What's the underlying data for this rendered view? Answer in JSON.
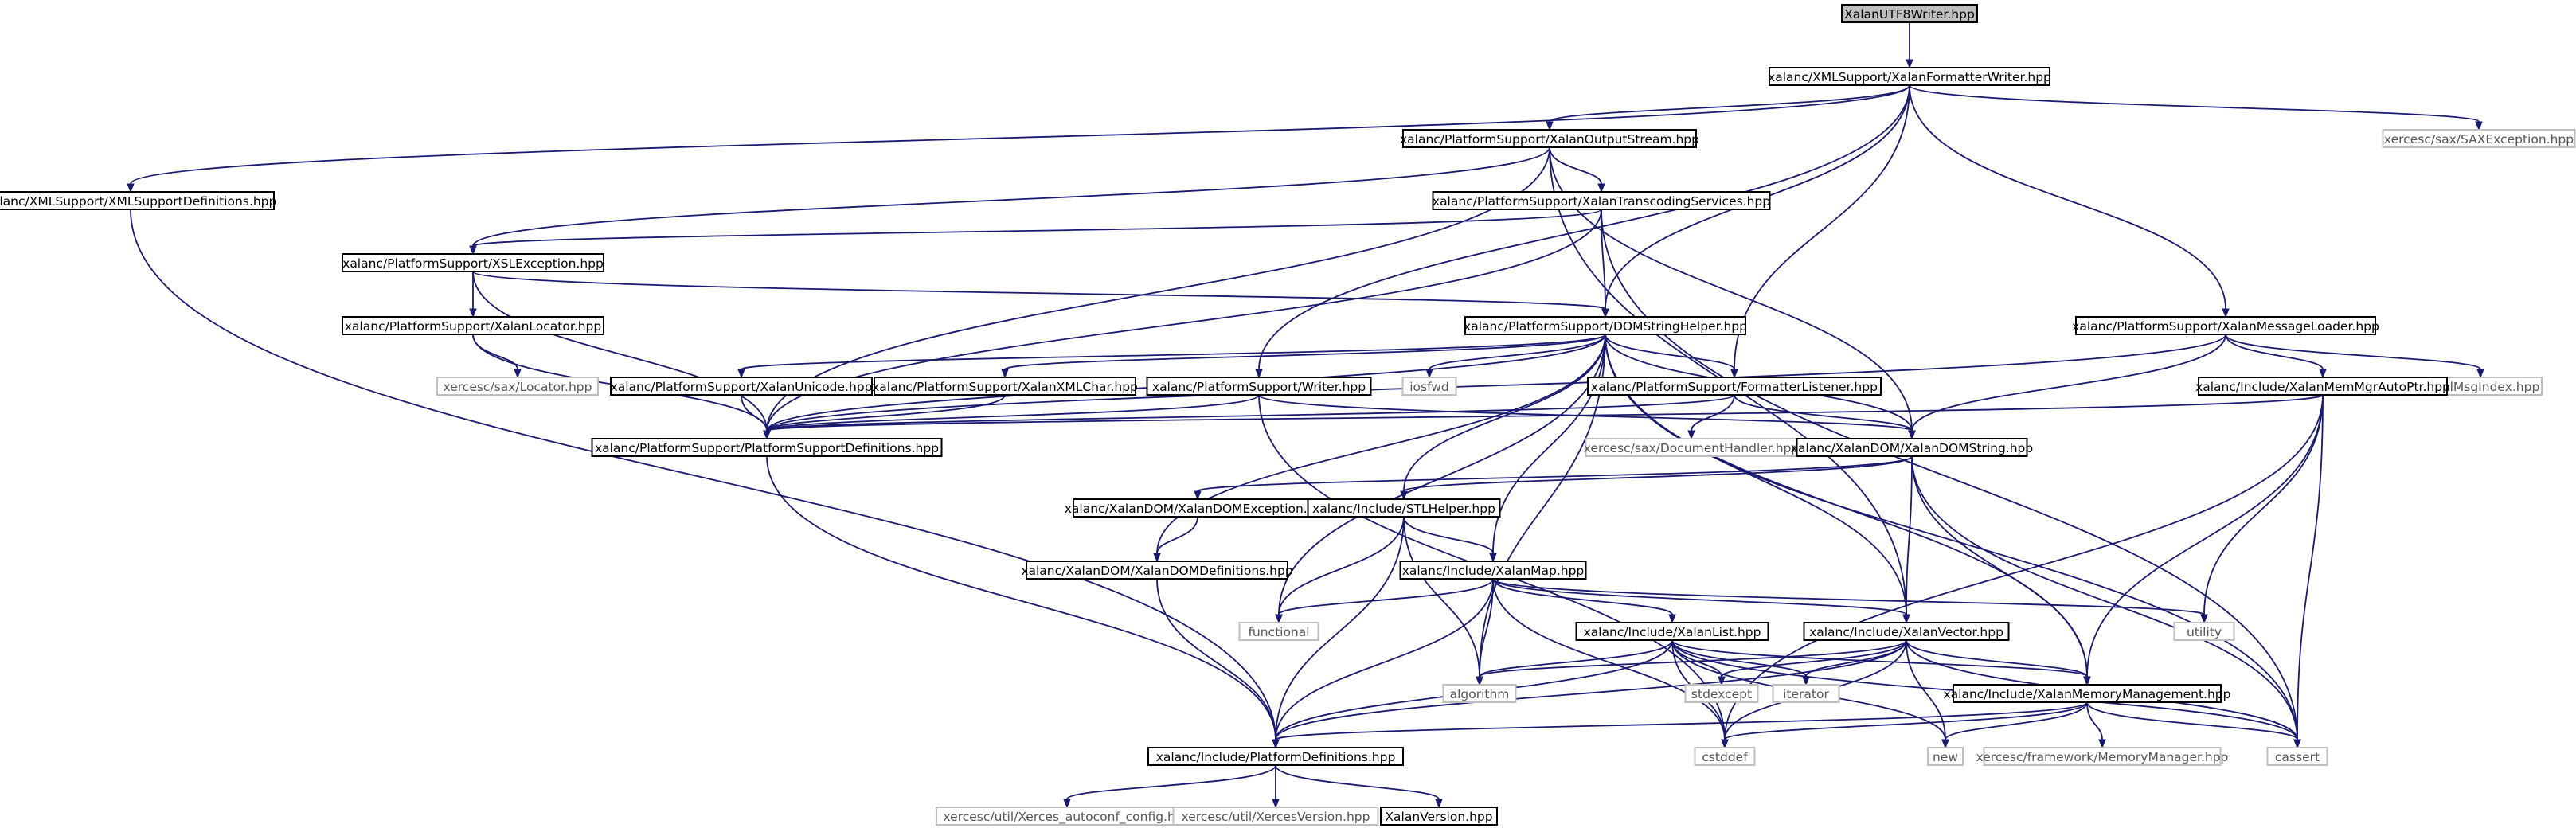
{
  "colors": {
    "edge": "#191970",
    "box_border": "#000000",
    "ext_border": "#bfbfbf",
    "root_fill": "#bfbfbf",
    "text": "#000000",
    "ext_text": "#555555"
  },
  "nodes": [
    {
      "id": "root",
      "label": "XalanUTF8Writer.hpp",
      "kind": "root"
    },
    {
      "id": "xfw",
      "label": "xalanc/XMLSupport/XalanFormatterWriter.hpp",
      "kind": "box"
    },
    {
      "id": "saxexc",
      "label": "xercesc/sax/SAXException.hpp",
      "kind": "ext"
    },
    {
      "id": "xmlsupdef",
      "label": "xalanc/XMLSupport/XMLSupportDefinitions.hpp",
      "kind": "box"
    },
    {
      "id": "xos",
      "label": "xalanc/PlatformSupport/XalanOutputStream.hpp",
      "kind": "box"
    },
    {
      "id": "xts",
      "label": "xalanc/PlatformSupport/XalanTranscodingServices.hpp",
      "kind": "box"
    },
    {
      "id": "xslexc",
      "label": "xalanc/PlatformSupport/XSLException.hpp",
      "kind": "box"
    },
    {
      "id": "dsh",
      "label": "xalanc/PlatformSupport/DOMStringHelper.hpp",
      "kind": "box"
    },
    {
      "id": "xml",
      "label": "xalanc/PlatformSupport/XalanMessageLoader.hpp",
      "kind": "box"
    },
    {
      "id": "xloc",
      "label": "xalanc/PlatformSupport/XalanLocator.hpp",
      "kind": "box"
    },
    {
      "id": "saxloc",
      "label": "xercesc/sax/Locator.hpp",
      "kind": "ext"
    },
    {
      "id": "xuni",
      "label": "xalanc/PlatformSupport/XalanUnicode.hpp",
      "kind": "box"
    },
    {
      "id": "xxmlc",
      "label": "xalanc/PlatformSupport/XalanXMLChar.hpp",
      "kind": "box"
    },
    {
      "id": "writer",
      "label": "xalanc/PlatformSupport/Writer.hpp",
      "kind": "box"
    },
    {
      "id": "iosfwd",
      "label": "iosfwd",
      "kind": "ext"
    },
    {
      "id": "fl",
      "label": "xalanc/PlatformSupport/FormatterListener.hpp",
      "kind": "box"
    },
    {
      "id": "lmi",
      "label": "LocalMsgIndex.hpp",
      "kind": "ext"
    },
    {
      "id": "xmmap",
      "label": "xalanc/Include/XalanMemMgrAutoPtr.hpp",
      "kind": "box"
    },
    {
      "id": "psd",
      "label": "xalanc/PlatformSupport/PlatformSupportDefinitions.hpp",
      "kind": "box"
    },
    {
      "id": "saxdh",
      "label": "xercesc/sax/DocumentHandler.hpp",
      "kind": "ext"
    },
    {
      "id": "xds",
      "label": "xalanc/XalanDOM/XalanDOMString.hpp",
      "kind": "box"
    },
    {
      "id": "xdexc",
      "label": "xalanc/XalanDOM/XalanDOMException.hpp",
      "kind": "box"
    },
    {
      "id": "stl",
      "label": "xalanc/Include/STLHelper.hpp",
      "kind": "box"
    },
    {
      "id": "xddef",
      "label": "xalanc/XalanDOM/XalanDOMDefinitions.hpp",
      "kind": "box"
    },
    {
      "id": "xmap",
      "label": "xalanc/Include/XalanMap.hpp",
      "kind": "box"
    },
    {
      "id": "functional",
      "label": "functional",
      "kind": "ext"
    },
    {
      "id": "xlist",
      "label": "xalanc/Include/XalanList.hpp",
      "kind": "box"
    },
    {
      "id": "xvec",
      "label": "xalanc/Include/XalanVector.hpp",
      "kind": "box"
    },
    {
      "id": "utility",
      "label": "utility",
      "kind": "ext"
    },
    {
      "id": "algorithm",
      "label": "algorithm",
      "kind": "ext"
    },
    {
      "id": "stdexcept",
      "label": "stdexcept",
      "kind": "ext"
    },
    {
      "id": "iterator",
      "label": "iterator",
      "kind": "ext"
    },
    {
      "id": "xmm",
      "label": "xalanc/Include/XalanMemoryManagement.hpp",
      "kind": "box"
    },
    {
      "id": "pd",
      "label": "xalanc/Include/PlatformDefinitions.hpp",
      "kind": "box"
    },
    {
      "id": "cstddef",
      "label": "cstddef",
      "kind": "ext"
    },
    {
      "id": "new",
      "label": "new",
      "kind": "ext"
    },
    {
      "id": "xmgr",
      "label": "xercesc/framework/MemoryManager.hpp",
      "kind": "ext"
    },
    {
      "id": "cassert",
      "label": "cassert",
      "kind": "ext"
    },
    {
      "id": "xac",
      "label": "xercesc/util/Xerces_autoconf_config.hpp",
      "kind": "ext"
    },
    {
      "id": "xver",
      "label": "xercesc/util/XercesVersion.hpp",
      "kind": "ext"
    },
    {
      "id": "xalver",
      "label": "XalanVersion.hpp",
      "kind": "box"
    }
  ],
  "edges": [
    [
      "root",
      "xfw"
    ],
    [
      "xfw",
      "saxexc"
    ],
    [
      "xfw",
      "xmlsupdef"
    ],
    [
      "xfw",
      "xos"
    ],
    [
      "xfw",
      "dsh"
    ],
    [
      "xfw",
      "writer"
    ],
    [
      "xfw",
      "fl"
    ],
    [
      "xfw",
      "xml"
    ],
    [
      "xmlsupdef",
      "pd"
    ],
    [
      "xos",
      "psd"
    ],
    [
      "xos",
      "xts"
    ],
    [
      "xos",
      "xslexc"
    ],
    [
      "xos",
      "xds"
    ],
    [
      "xos",
      "xvec"
    ],
    [
      "xts",
      "xslexc"
    ],
    [
      "xts",
      "psd"
    ],
    [
      "xts",
      "dsh"
    ],
    [
      "xts",
      "cassert"
    ],
    [
      "xslexc",
      "psd"
    ],
    [
      "xslexc",
      "xloc"
    ],
    [
      "xslexc",
      "dsh"
    ],
    [
      "xloc",
      "saxloc"
    ],
    [
      "xloc",
      "psd"
    ],
    [
      "dsh",
      "psd"
    ],
    [
      "dsh",
      "xuni"
    ],
    [
      "dsh",
      "xxmlc"
    ],
    [
      "dsh",
      "iosfwd"
    ],
    [
      "dsh",
      "fl"
    ],
    [
      "dsh",
      "xds"
    ],
    [
      "dsh",
      "stl"
    ],
    [
      "dsh",
      "xmap"
    ],
    [
      "dsh",
      "functional"
    ],
    [
      "dsh",
      "algorithm"
    ],
    [
      "dsh",
      "xvec"
    ],
    [
      "dsh",
      "xmm"
    ],
    [
      "dsh",
      "xddef"
    ],
    [
      "dsh",
      "cassert"
    ],
    [
      "xml",
      "psd"
    ],
    [
      "xml",
      "xds"
    ],
    [
      "xml",
      "xmmap"
    ],
    [
      "xml",
      "lmi"
    ],
    [
      "xuni",
      "psd"
    ],
    [
      "xxmlc",
      "psd"
    ],
    [
      "writer",
      "psd"
    ],
    [
      "writer",
      "xds"
    ],
    [
      "writer",
      "cstddef"
    ],
    [
      "fl",
      "psd"
    ],
    [
      "fl",
      "xds"
    ],
    [
      "fl",
      "saxdh"
    ],
    [
      "xmmap",
      "psd"
    ],
    [
      "xmmap",
      "xmm"
    ],
    [
      "xmmap",
      "utility"
    ],
    [
      "xmmap",
      "cassert"
    ],
    [
      "xmmap",
      "cstddef"
    ],
    [
      "psd",
      "pd"
    ],
    [
      "xds",
      "xdexc"
    ],
    [
      "xds",
      "stl"
    ],
    [
      "xds",
      "xvec"
    ],
    [
      "xds",
      "xmm"
    ],
    [
      "xds",
      "cassert"
    ],
    [
      "xdexc",
      "xddef"
    ],
    [
      "xddef",
      "pd"
    ],
    [
      "stl",
      "xmap"
    ],
    [
      "stl",
      "functional"
    ],
    [
      "stl",
      "algorithm"
    ],
    [
      "stl",
      "pd"
    ],
    [
      "xmap",
      "xlist"
    ],
    [
      "xmap",
      "xvec"
    ],
    [
      "xmap",
      "functional"
    ],
    [
      "xmap",
      "utility"
    ],
    [
      "xmap",
      "algorithm"
    ],
    [
      "xmap",
      "pd"
    ],
    [
      "xmap",
      "cstddef"
    ],
    [
      "xlist",
      "algorithm"
    ],
    [
      "xlist",
      "stdexcept"
    ],
    [
      "xlist",
      "iterator"
    ],
    [
      "xlist",
      "xmm"
    ],
    [
      "xlist",
      "pd"
    ],
    [
      "xlist",
      "cstddef"
    ],
    [
      "xlist",
      "new"
    ],
    [
      "xlist",
      "cassert"
    ],
    [
      "xvec",
      "algorithm"
    ],
    [
      "xvec",
      "stdexcept"
    ],
    [
      "xvec",
      "iterator"
    ],
    [
      "xvec",
      "xmm"
    ],
    [
      "xvec",
      "pd"
    ],
    [
      "xvec",
      "cstddef"
    ],
    [
      "xvec",
      "new"
    ],
    [
      "xvec",
      "cassert"
    ],
    [
      "xmm",
      "pd"
    ],
    [
      "xmm",
      "cstddef"
    ],
    [
      "xmm",
      "new"
    ],
    [
      "xmm",
      "xmgr"
    ],
    [
      "xmm",
      "cassert"
    ],
    [
      "pd",
      "xac"
    ],
    [
      "pd",
      "xver"
    ],
    [
      "pd",
      "xalver"
    ]
  ]
}
